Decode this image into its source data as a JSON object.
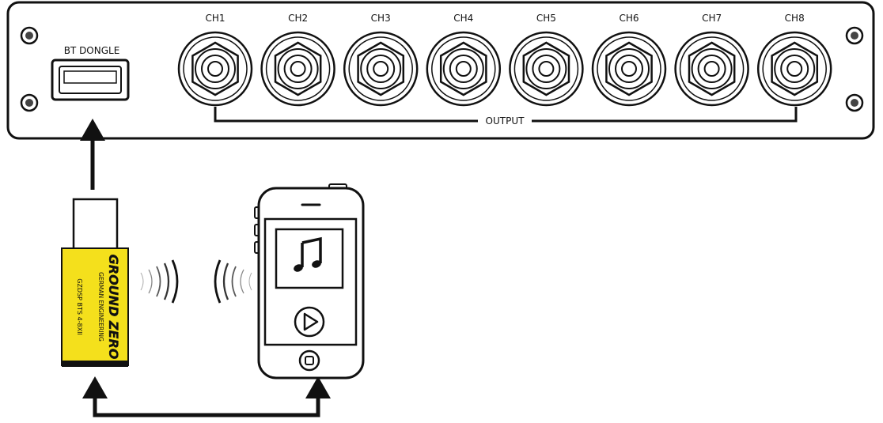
{
  "panel": {
    "dongle_port_label": "BT DONGLE",
    "output_label": "OUTPUT",
    "channels": [
      "CH1",
      "CH2",
      "CH3",
      "CH4",
      "CH5",
      "CH6",
      "CH7",
      "CH8"
    ]
  },
  "dongle": {
    "brand": "GROUND ZERO",
    "tagline": "GERMAN ENGINEERING",
    "model": "GZDSP BTS 4-8XII",
    "color": "#f4e01c"
  },
  "phone": {
    "music_icon": "music-note-icon",
    "play_icon": "play-icon",
    "home_icon": "home-button-icon"
  }
}
